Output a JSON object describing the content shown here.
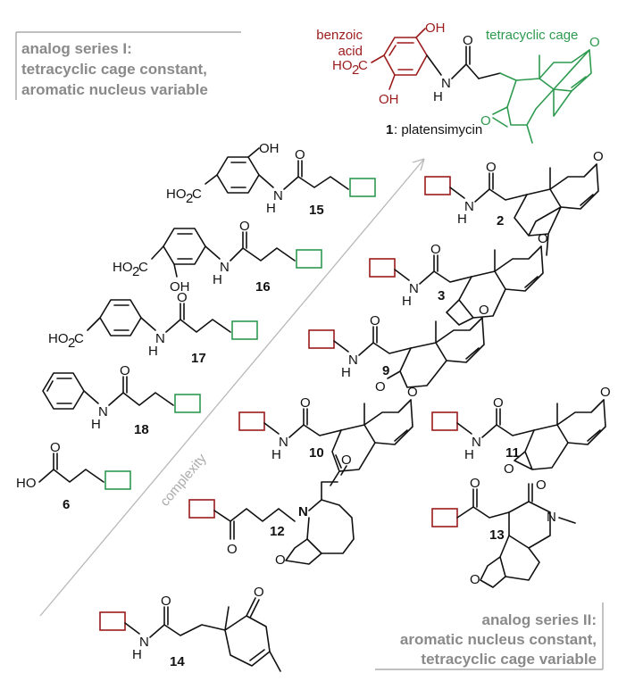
{
  "series_one": {
    "line1": "analog series I:",
    "line2": "tetracyclic cage constant,",
    "line3": "aromatic nucleus variable"
  },
  "series_two": {
    "line1": "analog series II:",
    "line2": "aromatic nucleus constant,",
    "line3": "tetracyclic cage variable"
  },
  "platensimycin": {
    "benzoic_line1": "benzoic",
    "benzoic_line2": "acid",
    "cage_label": "tetracyclic cage",
    "number": "1",
    "name": ": platensimycin"
  },
  "atoms": {
    "OH": "OH",
    "O": "O",
    "H": "H",
    "N": "N",
    "HO2C_a": "HO",
    "HO2C_b": "2",
    "HO2C_c": "C",
    "HO": "HO"
  },
  "compound_numbers": [
    "15",
    "16",
    "17",
    "18",
    "6",
    "2",
    "3",
    "9",
    "10",
    "11",
    "12",
    "13",
    "14"
  ],
  "arrow_label": "complexity",
  "colors": {
    "aromatic": "#9b1c1c",
    "cage": "#2e9a4f",
    "header": "#8a8a8a"
  }
}
